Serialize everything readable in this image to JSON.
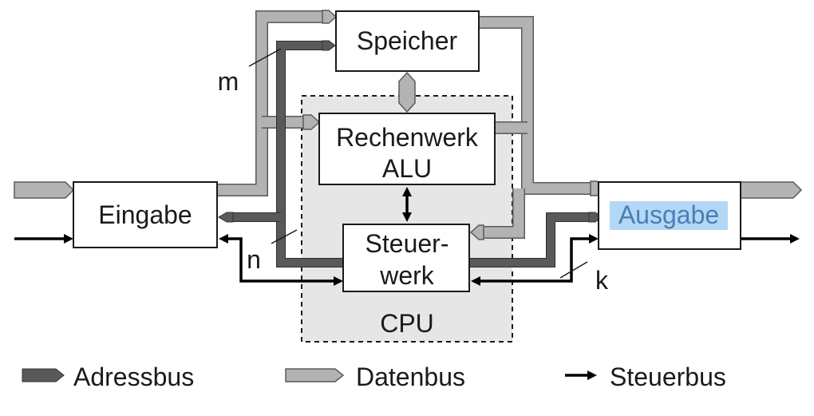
{
  "blocks": {
    "speicher": "Speicher",
    "rechenwerk_line1": "Rechenwerk",
    "rechenwerk_line2": "ALU",
    "eingabe": "Eingabe",
    "ausgabe": "Ausgabe",
    "steuerwerk_line1": "Steuer-",
    "steuerwerk_line2": "werk",
    "cpu": "CPU"
  },
  "bus_width_labels": {
    "m": "m",
    "n": "n",
    "k": "k"
  },
  "legend": {
    "adressbus": "Adressbus",
    "datenbus": "Datenbus",
    "steuerbus": "Steuerbus"
  },
  "colors": {
    "datenbus": "#b3b3b3",
    "adressbus": "#595959",
    "steuerbus": "#000000",
    "cpu_region": "#e6e6e6",
    "ausgabe_highlight": "#b3d7f5",
    "ausgabe_text": "#4a7fb5"
  }
}
